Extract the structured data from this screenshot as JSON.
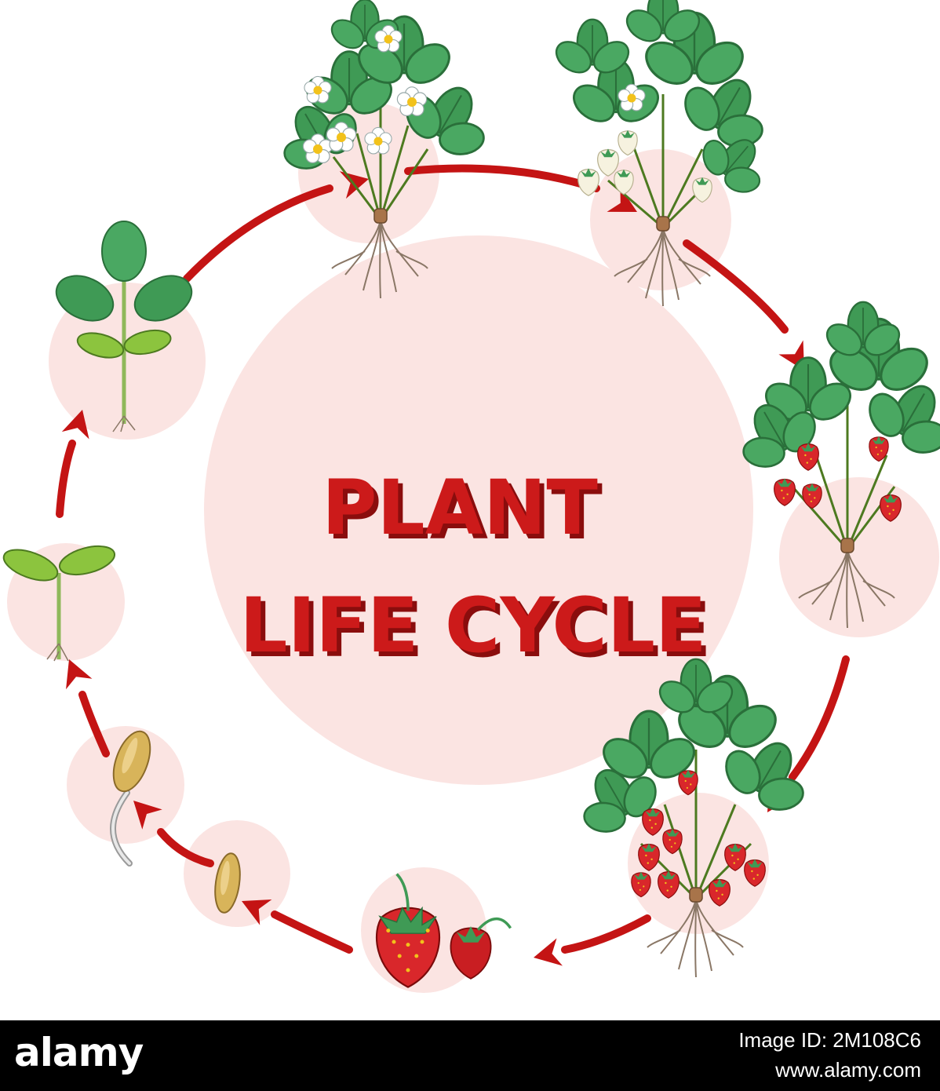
{
  "diagram": {
    "title_line1": "PLANT",
    "title_line2": "LIFE CYCLE",
    "colors": {
      "title": "#cc1a1a",
      "title_shadow": "#8a0d0d",
      "circle_fill": "#fbe4e2",
      "arrow": "#c41414",
      "leaf": "#3f9a55",
      "leaf_dark": "#2a6f3a",
      "strawberry": "#d9272b",
      "seed": "#d8b45a",
      "root": "#8a7766",
      "flower": "#ffffff",
      "flower_center": "#f2c21b"
    },
    "stages": [
      {
        "name": "seed-stage",
        "icon": "seed-icon"
      },
      {
        "name": "germinating-seed-stage",
        "icon": "germinating-seed-icon"
      },
      {
        "name": "sprout-stage",
        "icon": "sprout-icon"
      },
      {
        "name": "seedling-stage",
        "icon": "seedling-icon"
      },
      {
        "name": "flowering-plant-stage",
        "icon": "flowering-plant-icon"
      },
      {
        "name": "unripe-fruit-plant-stage",
        "icon": "unripe-fruit-plant-icon"
      },
      {
        "name": "ripening-fruit-plant-stage",
        "icon": "ripening-fruit-plant-icon"
      },
      {
        "name": "fruiting-plant-stage",
        "icon": "fruiting-plant-icon"
      },
      {
        "name": "strawberry-fruit-stage",
        "icon": "strawberry-fruit-icon"
      }
    ]
  },
  "watermark": {
    "brand": "alamy",
    "image_id": "Image ID: 2M108C6",
    "site": "www.alamy.com"
  }
}
